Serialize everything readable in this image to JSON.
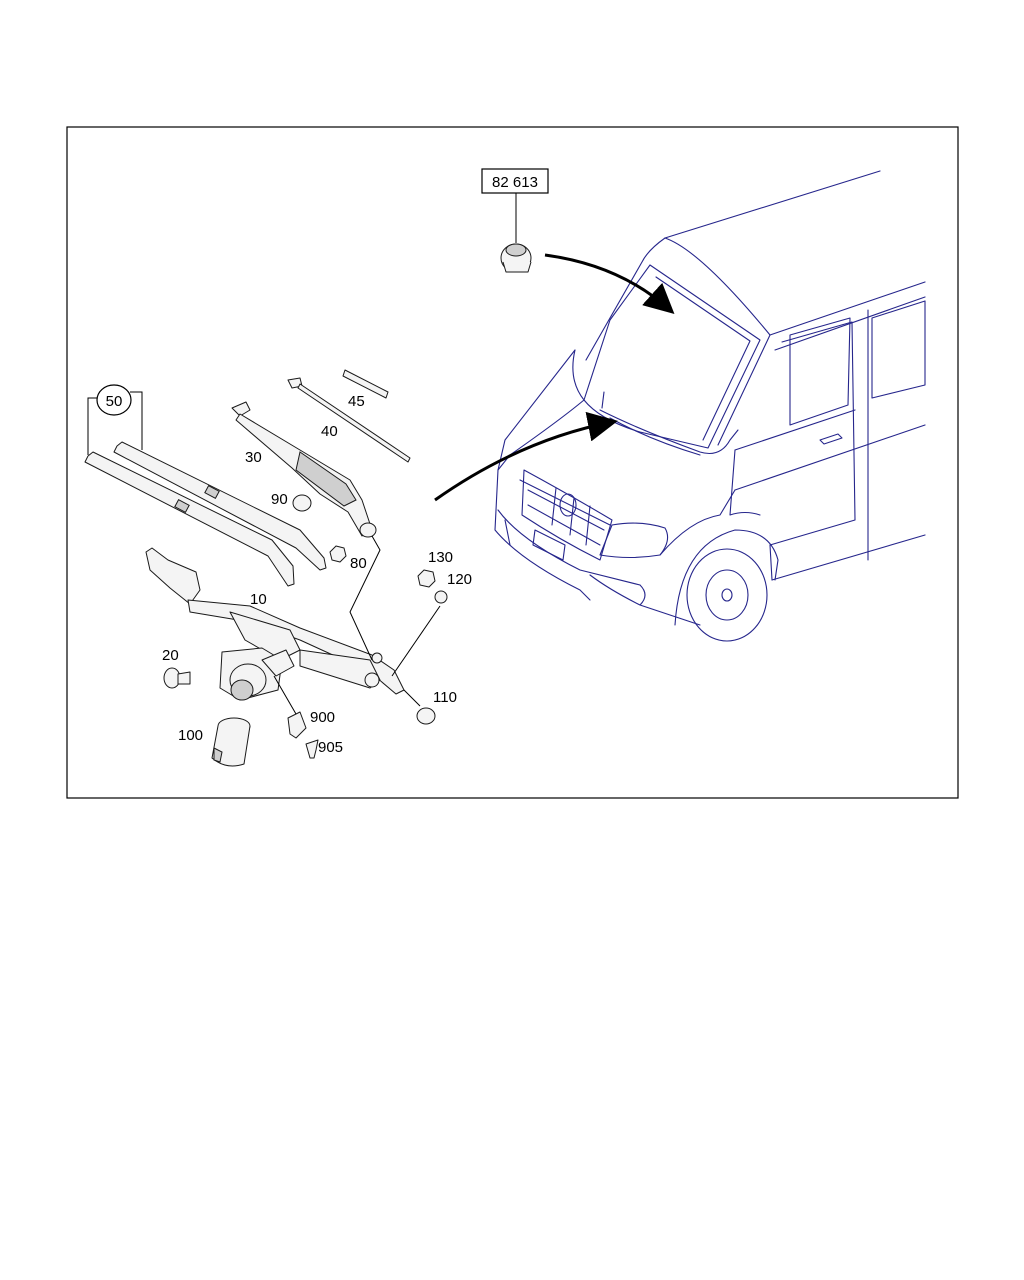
{
  "reference_box": "82 613",
  "callouts": {
    "c10": "10",
    "c20": "20",
    "c30": "30",
    "c40": "40",
    "c45": "45",
    "c50": "50",
    "c80": "80",
    "c90": "90",
    "c100": "100",
    "c110": "110",
    "c120": "120",
    "c130": "130",
    "c900": "900",
    "c905": "905"
  },
  "colors": {
    "vehicle_outline": "#26268c",
    "parts_outline": "#1a1a1a",
    "frame": "#000000"
  }
}
